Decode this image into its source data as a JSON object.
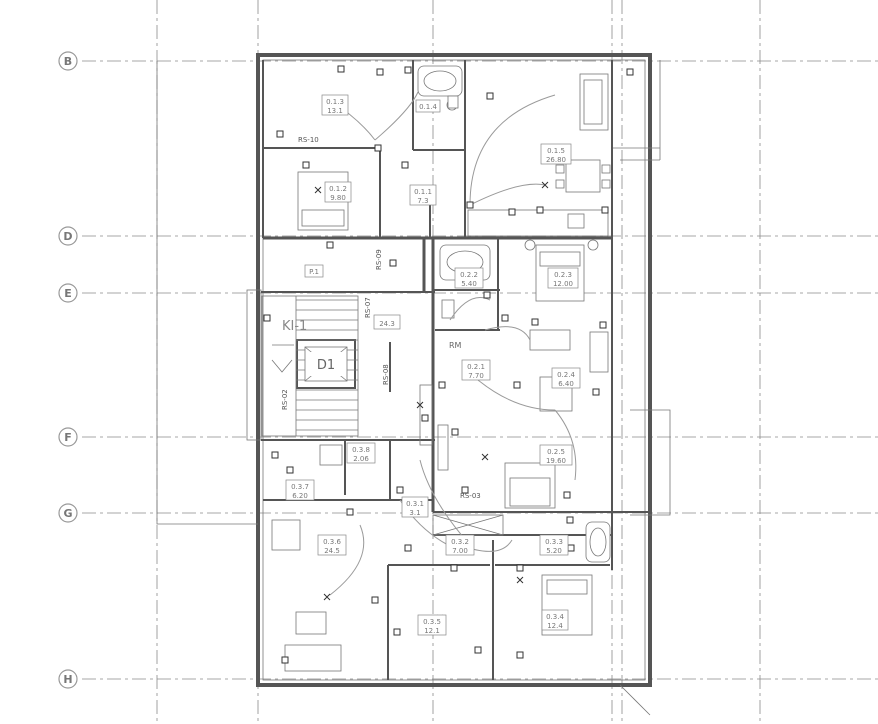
{
  "grid_axes": [
    "B",
    "D",
    "E",
    "F",
    "G",
    "H"
  ],
  "stair_label": "KI-1",
  "elevator_label": "D1",
  "rooms": [
    {
      "id": "0.1.3",
      "area": "13.1"
    },
    {
      "id": "0.1.4",
      "area": ""
    },
    {
      "id": "0.1.2",
      "area": "9.80"
    },
    {
      "id": "0.1.1",
      "area": "7.3"
    },
    {
      "id": "0.1.5",
      "area": "26.80"
    },
    {
      "id": "P.1",
      "area": ""
    },
    {
      "id": "",
      "area": "24.3"
    },
    {
      "id": "0.2.2",
      "area": "5.40"
    },
    {
      "id": "0.2.3",
      "area": "12.00"
    },
    {
      "id": "0.2.1",
      "area": "7.70"
    },
    {
      "id": "0.2.4",
      "area": "6.40"
    },
    {
      "id": "0.2.5",
      "area": "19.60"
    },
    {
      "id": "0.3.8",
      "area": "2.06"
    },
    {
      "id": "0.3.7",
      "area": "6.20"
    },
    {
      "id": "0.3.1",
      "area": "3.1"
    },
    {
      "id": "0.3.6",
      "area": "24.5"
    },
    {
      "id": "0.3.2",
      "area": "7.00"
    },
    {
      "id": "0.3.3",
      "area": "5.20"
    },
    {
      "id": "0.3.5",
      "area": "12.1"
    },
    {
      "id": "0.3.4",
      "area": "12.4"
    }
  ],
  "labels": {
    "shaft": "RM"
  },
  "fixture_tags": [
    "RS-09",
    "RS-07",
    "RS-02",
    "RS-08",
    "RS-10",
    "RS-03"
  ]
}
